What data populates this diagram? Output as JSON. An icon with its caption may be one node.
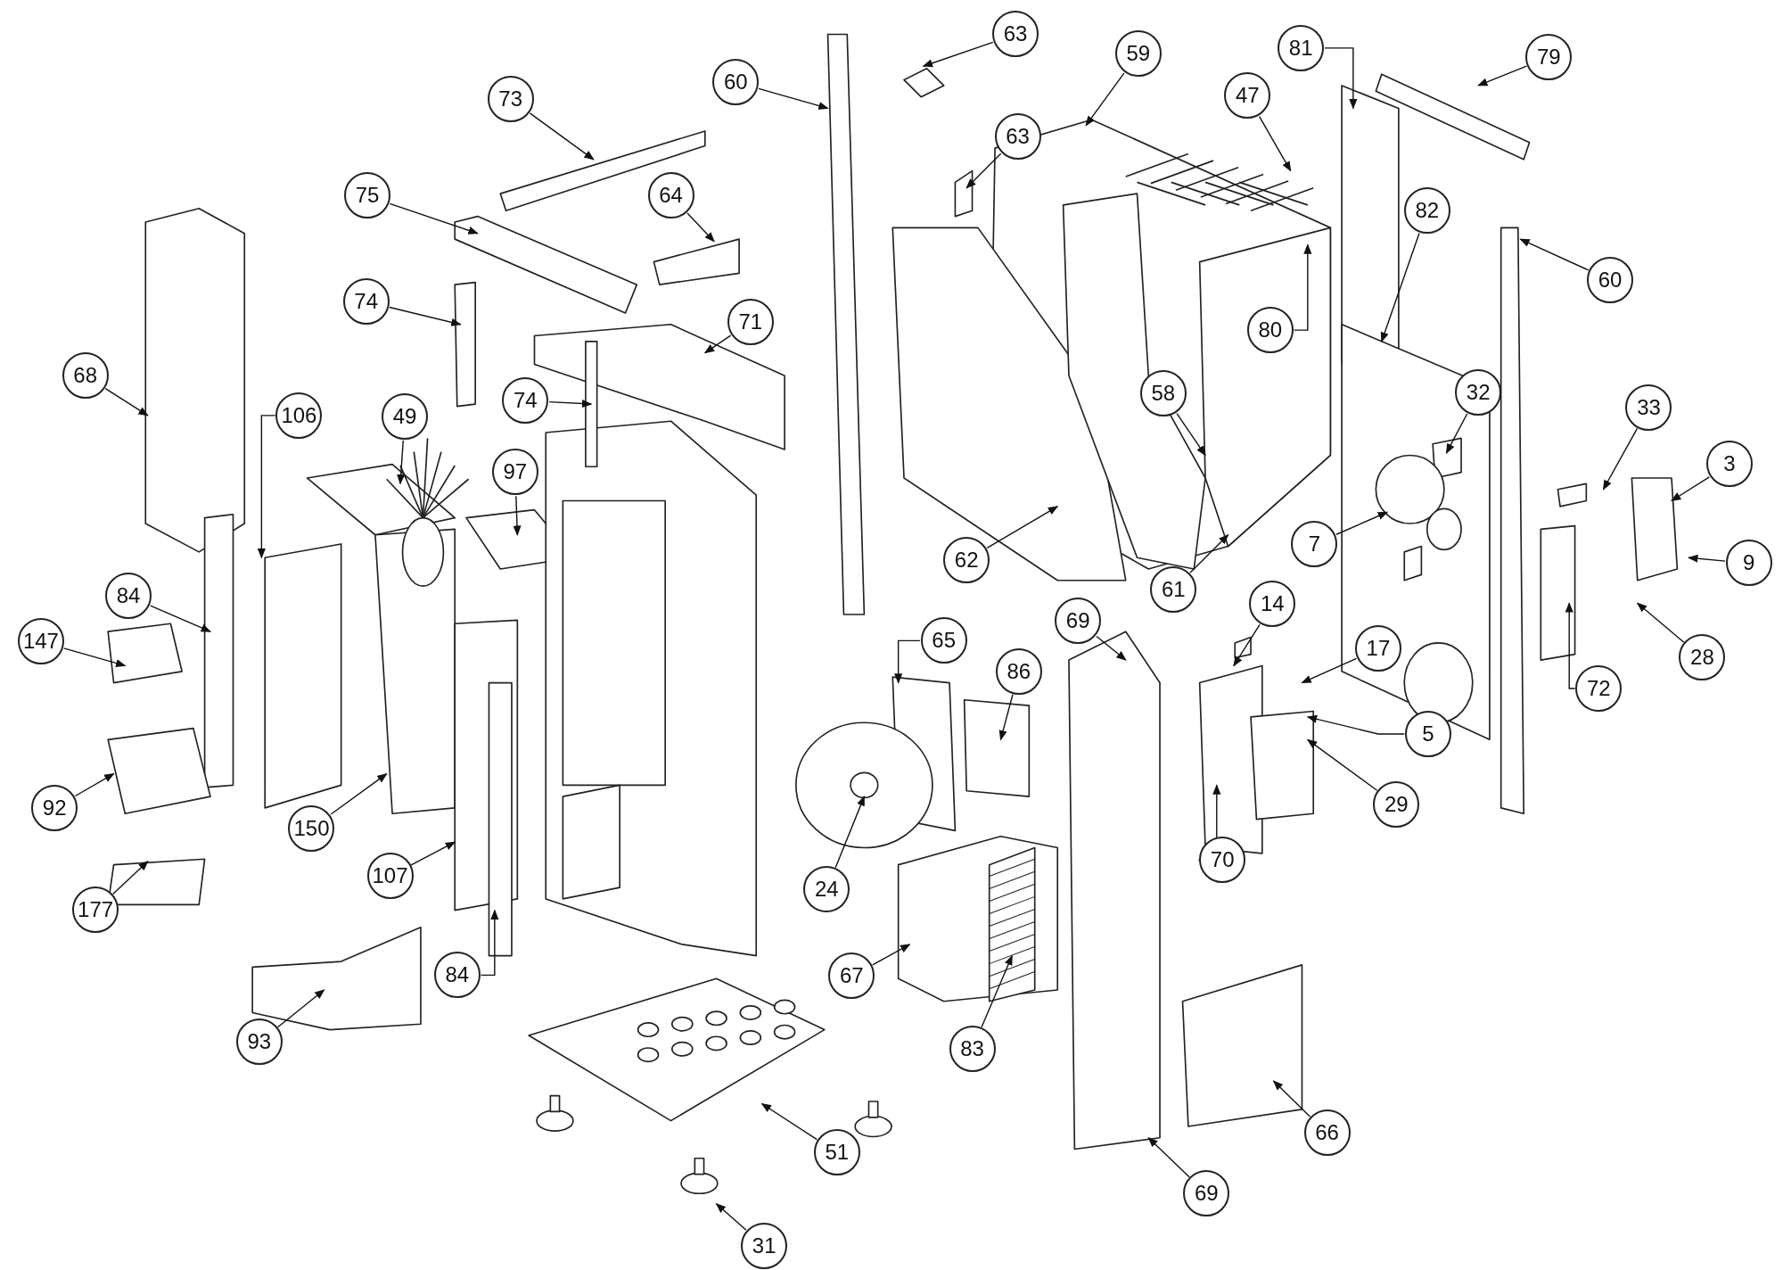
{
  "diagram": {
    "nodes": [
      {
        "text": [
          "63"
        ]
      },
      {
        "text": [
          "63"
        ]
      },
      {
        "text": [
          "60"
        ]
      },
      {
        "text": [
          "73"
        ]
      },
      {
        "text": [
          "59"
        ]
      },
      {
        "text": [
          "47"
        ]
      },
      {
        "text": [
          "81"
        ]
      },
      {
        "text": [
          "79"
        ]
      },
      {
        "text": [
          "75"
        ]
      },
      {
        "text": [
          "64"
        ]
      },
      {
        "text": [
          "74"
        ]
      },
      {
        "text": [
          "71"
        ]
      },
      {
        "text": [
          "60"
        ]
      },
      {
        "text": [
          "82"
        ]
      },
      {
        "text": [
          "80"
        ]
      },
      {
        "text": [
          "68"
        ]
      },
      {
        "text": [
          "106"
        ]
      },
      {
        "text": [
          "49"
        ]
      },
      {
        "text": [
          "74"
        ]
      },
      {
        "text": [
          "97"
        ]
      },
      {
        "text": [
          "58"
        ]
      },
      {
        "text": [
          "32"
        ]
      },
      {
        "text": [
          "33"
        ]
      },
      {
        "text": [
          "3"
        ]
      },
      {
        "text": [
          "62"
        ]
      },
      {
        "text": [
          "61"
        ]
      },
      {
        "text": [
          "7"
        ]
      },
      {
        "text": [
          "9"
        ]
      },
      {
        "text": [
          "69"
        ]
      },
      {
        "text": [
          "14"
        ]
      },
      {
        "text": [
          "17"
        ]
      },
      {
        "text": [
          "65"
        ]
      },
      {
        "text": [
          "86"
        ]
      },
      {
        "text": [
          "147"
        ]
      },
      {
        "text": [
          "84"
        ]
      },
      {
        "text": [
          "28"
        ]
      },
      {
        "text": [
          "72"
        ]
      },
      {
        "text": [
          "5"
        ]
      },
      {
        "text": [
          "29"
        ]
      },
      {
        "text": [
          "92"
        ]
      },
      {
        "text": [
          "150"
        ]
      },
      {
        "text": [
          "70"
        ]
      },
      {
        "text": [
          "177"
        ]
      },
      {
        "text": [
          "107"
        ]
      },
      {
        "text": [
          "24"
        ]
      },
      {
        "text": [
          "67"
        ]
      },
      {
        "text": [
          "84"
        ]
      },
      {
        "text": [
          "83"
        ]
      },
      {
        "text": [
          "93"
        ]
      },
      {
        "text": [
          "51"
        ]
      },
      {
        "text": [
          "66"
        ]
      },
      {
        "text": [
          "69"
        ]
      },
      {
        "text": [
          "31"
        ]
      }
    ],
    "edges": [
      {
        "from": 0,
        "to": null,
        "arrow": "to"
      },
      {
        "from": 1,
        "to": null,
        "arrow": "to"
      },
      {
        "from": 2,
        "to": null,
        "arrow": "to"
      },
      {
        "from": 3,
        "to": null,
        "arrow": "to"
      },
      {
        "from": 4,
        "to": null,
        "arrow": "to"
      },
      {
        "from": 5,
        "to": null,
        "arrow": "to"
      },
      {
        "from": 6,
        "to": null,
        "arrow": "to"
      },
      {
        "from": 7,
        "to": null,
        "arrow": "to"
      },
      {
        "from": 8,
        "to": null,
        "arrow": "to"
      },
      {
        "from": 9,
        "to": null,
        "arrow": "to"
      },
      {
        "from": 10,
        "to": null,
        "arrow": "to"
      },
      {
        "from": 11,
        "to": null,
        "arrow": "to"
      },
      {
        "from": 12,
        "to": null,
        "arrow": "to"
      },
      {
        "from": 13,
        "to": null,
        "arrow": "to"
      },
      {
        "from": 14,
        "to": null,
        "arrow": "to"
      },
      {
        "from": 15,
        "to": null,
        "arrow": "to"
      },
      {
        "from": 16,
        "to": null,
        "arrow": "to"
      },
      {
        "from": 17,
        "to": null,
        "arrow": "to"
      },
      {
        "from": 18,
        "to": null,
        "arrow": "to"
      },
      {
        "from": 19,
        "to": null,
        "arrow": "to"
      },
      {
        "from": 20,
        "to": null,
        "arrow": "to"
      },
      {
        "from": 21,
        "to": null,
        "arrow": "to"
      },
      {
        "from": 22,
        "to": null,
        "arrow": "to"
      },
      {
        "from": 23,
        "to": null,
        "arrow": "to"
      },
      {
        "from": 24,
        "to": null,
        "arrow": "to"
      },
      {
        "from": 25,
        "to": null,
        "arrow": "to"
      },
      {
        "from": 26,
        "to": null,
        "arrow": "to"
      },
      {
        "from": 27,
        "to": null,
        "arrow": "to"
      },
      {
        "from": 28,
        "to": null,
        "arrow": "to"
      },
      {
        "from": 29,
        "to": null,
        "arrow": "to"
      },
      {
        "from": 30,
        "to": null,
        "arrow": "to"
      },
      {
        "from": 31,
        "to": null,
        "arrow": "to"
      },
      {
        "from": 32,
        "to": null,
        "arrow": "to"
      },
      {
        "from": 33,
        "to": null,
        "arrow": "to"
      },
      {
        "from": 34,
        "to": null,
        "arrow": "to"
      },
      {
        "from": 35,
        "to": null,
        "arrow": "to"
      },
      {
        "from": 36,
        "to": null,
        "arrow": "to"
      },
      {
        "from": 37,
        "to": null,
        "arrow": "to"
      },
      {
        "from": 38,
        "to": null,
        "arrow": "to"
      },
      {
        "from": 39,
        "to": null,
        "arrow": "to"
      },
      {
        "from": 40,
        "to": null,
        "arrow": "to"
      },
      {
        "from": 41,
        "to": null,
        "arrow": "to"
      },
      {
        "from": 42,
        "to": null,
        "arrow": "to"
      },
      {
        "from": 43,
        "to": null,
        "arrow": "to"
      },
      {
        "from": 44,
        "to": null,
        "arrow": "to"
      },
      {
        "from": 45,
        "to": null,
        "arrow": "to"
      },
      {
        "from": 46,
        "to": null,
        "arrow": "to"
      },
      {
        "from": 47,
        "to": null,
        "arrow": "to"
      },
      {
        "from": 48,
        "to": null,
        "arrow": "to"
      },
      {
        "from": 49,
        "to": null,
        "arrow": "to"
      },
      {
        "from": 50,
        "to": null,
        "arrow": "to"
      },
      {
        "from": 51,
        "to": null,
        "arrow": "to"
      },
      {
        "from": 52,
        "to": null,
        "arrow": "to"
      }
    ]
  }
}
